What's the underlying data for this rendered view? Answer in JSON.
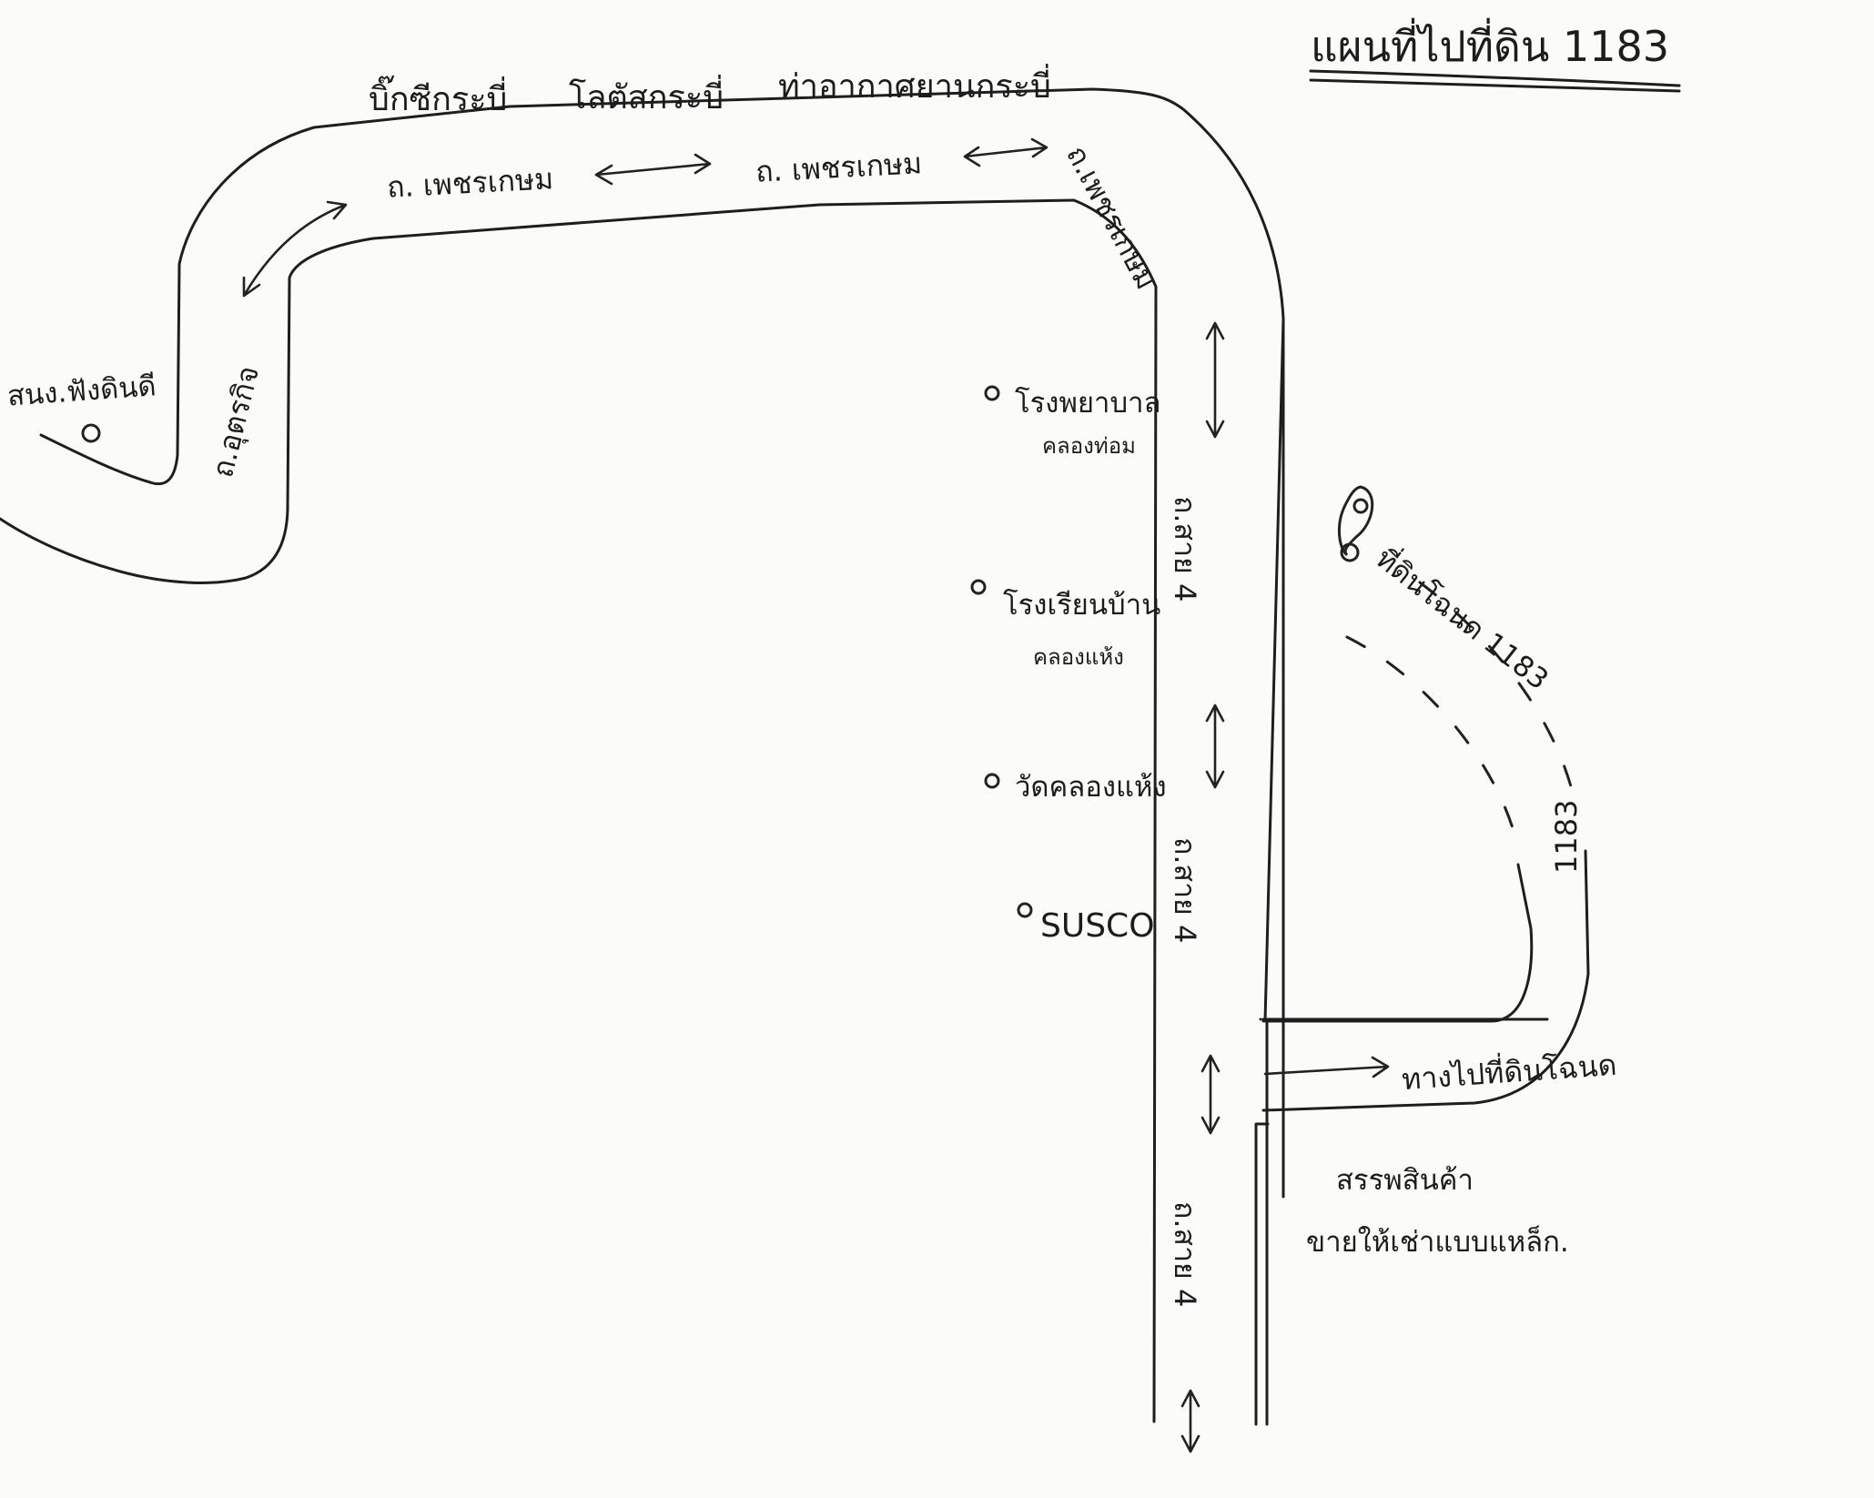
{
  "title": "แผนที่ไปที่ดิน 1183",
  "landmarks_top": [
    "บิ๊กซีกระบี่",
    "โลตัสกระบี่",
    "ท่าอากาศยานกระบี่"
  ],
  "roads": {
    "phetkasem_1": "ถ. เพชรเกษม",
    "phetkasem_2": "ถ. เพชรเกษม",
    "phetkasem_3": "ถ.เพชรเกษม",
    "utarakit": "ถ.อุตรกิจ",
    "sai_4_a": "ถ.สาย 4",
    "sai_4_b": "ถ.สาย 4",
    "sai_4_c": "ถ.สาย 4",
    "branch": "ทางไปที่ดินโฉนด",
    "plot_road": "1183"
  },
  "places": {
    "stadium": "สนง.ฟังดินดี",
    "hospital": "โรงพยาบาล",
    "hospital_sub": "คลองท่อม",
    "school": "โรงเรียนบ้าน",
    "school_sub": "คลองแห้ง",
    "temple": "วัดคลองแห้ง",
    "susco": "SUSCO",
    "land_plot": "ที่ดินโฉนด 1183",
    "land_note_1": "สรรพสินค้า",
    "land_note_2": "ขายให้เช่าแบบแหล็ก."
  },
  "colors": {
    "ink": "#1e1e1e",
    "paper": "#fbfbfa"
  },
  "icons": [
    "location-pin-icon",
    "landmark-dot-icon",
    "two-way-arrow-icon"
  ]
}
